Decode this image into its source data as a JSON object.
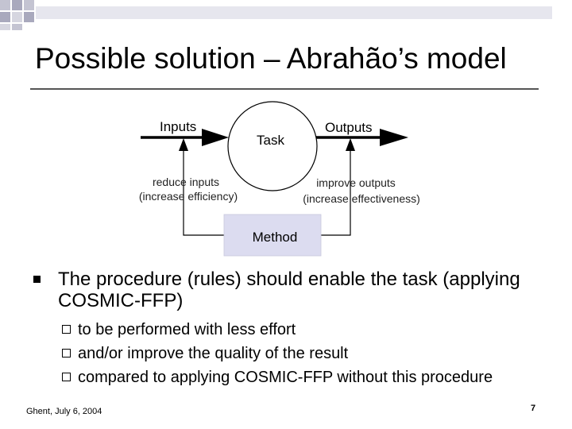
{
  "slide": {
    "title": "Possible solution – Abrahão’s model",
    "footer": "Ghent, July 6, 2004",
    "page_number": "7"
  },
  "diagram": {
    "inputs_label": "Inputs",
    "task_label": "Task",
    "outputs_label": "Outputs",
    "reduce_line1": "reduce inputs",
    "reduce_line2": "(increase efficiency)",
    "improve_line1": "improve outputs",
    "improve_line2": "(increase effectiveness)",
    "method_label": "Method",
    "method_fill": "#dcdcf0"
  },
  "bullet": {
    "text": "The procedure (rules) should enable the task (applying COSMIC-FFP)",
    "subitems": [
      "to be performed with less effort",
      "and/or improve the quality of the result",
      "compared to applying COSMIC-FFP without this procedure"
    ]
  },
  "colors": {
    "title_rule": "#555555",
    "decor_square": "#b9b9c9",
    "arrow": "#000000"
  }
}
